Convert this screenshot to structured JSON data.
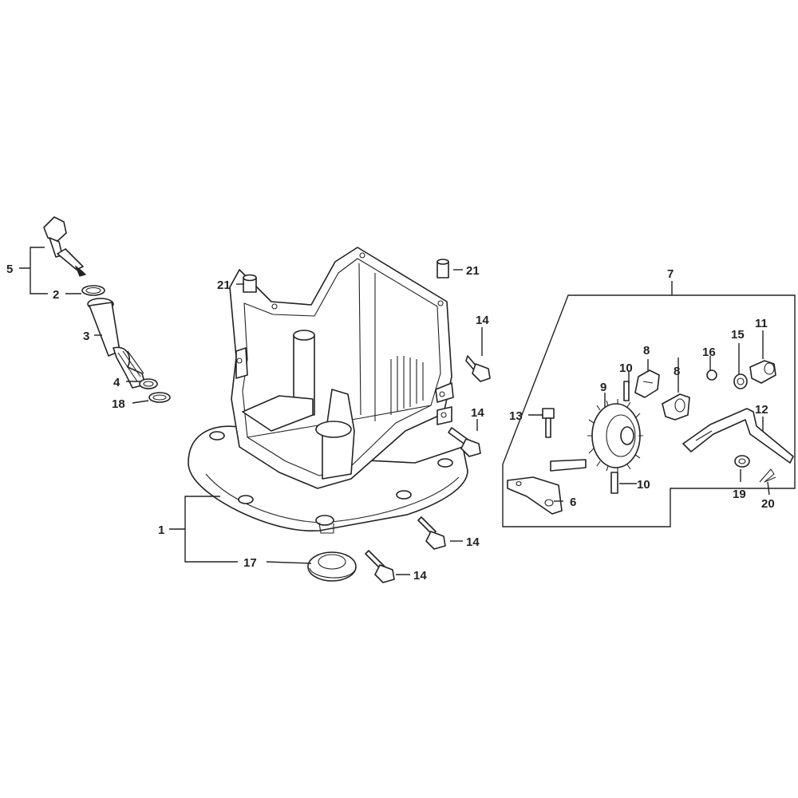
{
  "diagram": {
    "callouts": {
      "c1": "1",
      "c2": "2",
      "c3": "3",
      "c4": "4",
      "c5": "5",
      "c6": "6",
      "c7": "7",
      "c8a": "8",
      "c8b": "8",
      "c9": "9",
      "c10a": "10",
      "c10b": "10",
      "c11": "11",
      "c12": "12",
      "c13": "13",
      "c14a": "14",
      "c14b": "14",
      "c14c": "14",
      "c14d": "14",
      "c15": "15",
      "c16": "16",
      "c17": "17",
      "c18": "18",
      "c19": "19",
      "c20": "20",
      "c21a": "21",
      "c21b": "21"
    }
  }
}
